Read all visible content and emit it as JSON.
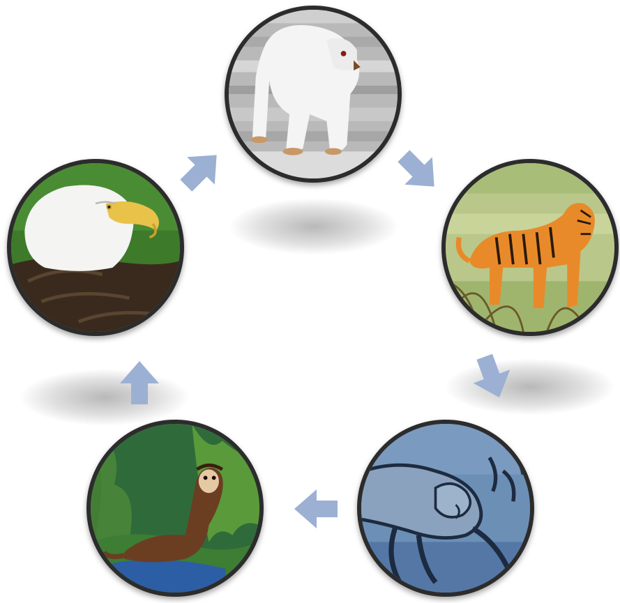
{
  "diagram": {
    "type": "cycle",
    "nodes": [
      {
        "id": "polar-bear",
        "icon": "polar-bear-image"
      },
      {
        "id": "tiger",
        "icon": "tiger-image"
      },
      {
        "id": "manatee",
        "icon": "manatee-image"
      },
      {
        "id": "ferret",
        "icon": "ferret-image"
      },
      {
        "id": "bald-eagle",
        "icon": "bald-eagle-image"
      }
    ],
    "connectors": [
      {
        "from": "polar-bear",
        "to": "tiger",
        "icon": "arrow-icon"
      },
      {
        "from": "tiger",
        "to": "manatee",
        "icon": "arrow-icon"
      },
      {
        "from": "manatee",
        "to": "ferret",
        "icon": "arrow-icon"
      },
      {
        "from": "ferret",
        "to": "bald-eagle",
        "icon": "arrow-icon"
      },
      {
        "from": "bald-eagle",
        "to": "polar-bear",
        "icon": "arrow-icon"
      }
    ],
    "colors": {
      "arrow": "#9bb0d3",
      "border": "#2c2c2c",
      "background": "#ffffff"
    }
  }
}
